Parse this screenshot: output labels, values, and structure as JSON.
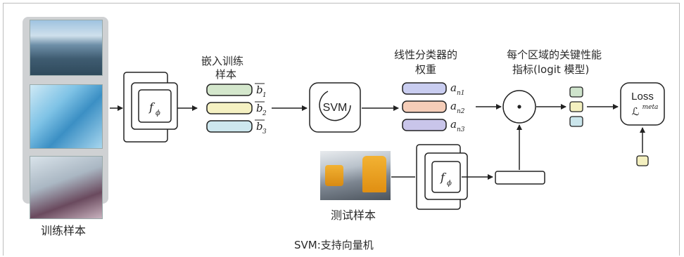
{
  "labels": {
    "train_samples": "训练样本",
    "embed_line1": "嵌入训练",
    "embed_line2": "样本",
    "weights_line1": "线性分类器的",
    "weights_line2": "权重",
    "perf_line1": "每个区域的关键性能",
    "perf_line2": "指标(logit 模型)",
    "test_samples": "测试样本",
    "footnote": "SVM:支持向量机",
    "svm": "SVM",
    "loss": "Loss",
    "loss_sym": "ℒ",
    "loss_sup": "meta",
    "f_base": "f",
    "f_sub": "ϕ",
    "dot": "•"
  },
  "embeddings": [
    {
      "base": "b",
      "sub": "1",
      "color": "#d4e7cc"
    },
    {
      "base": "b",
      "sub": "2",
      "color": "#f5f1c2"
    },
    {
      "base": "b",
      "sub": "3",
      "color": "#cde7ee"
    }
  ],
  "weights": [
    {
      "base": "a",
      "sub": "n1",
      "color": "#c9cdf0"
    },
    {
      "base": "a",
      "sub": "n2",
      "color": "#f5cdb8"
    },
    {
      "base": "a",
      "sub": "n3",
      "color": "#c9c5ea"
    }
  ],
  "logits": [
    {
      "color": "#cfe4cc"
    },
    {
      "color": "#f4f0c0"
    },
    {
      "color": "#cbe6ec"
    }
  ],
  "loss_input": {
    "color": "#f4f0c0"
  }
}
